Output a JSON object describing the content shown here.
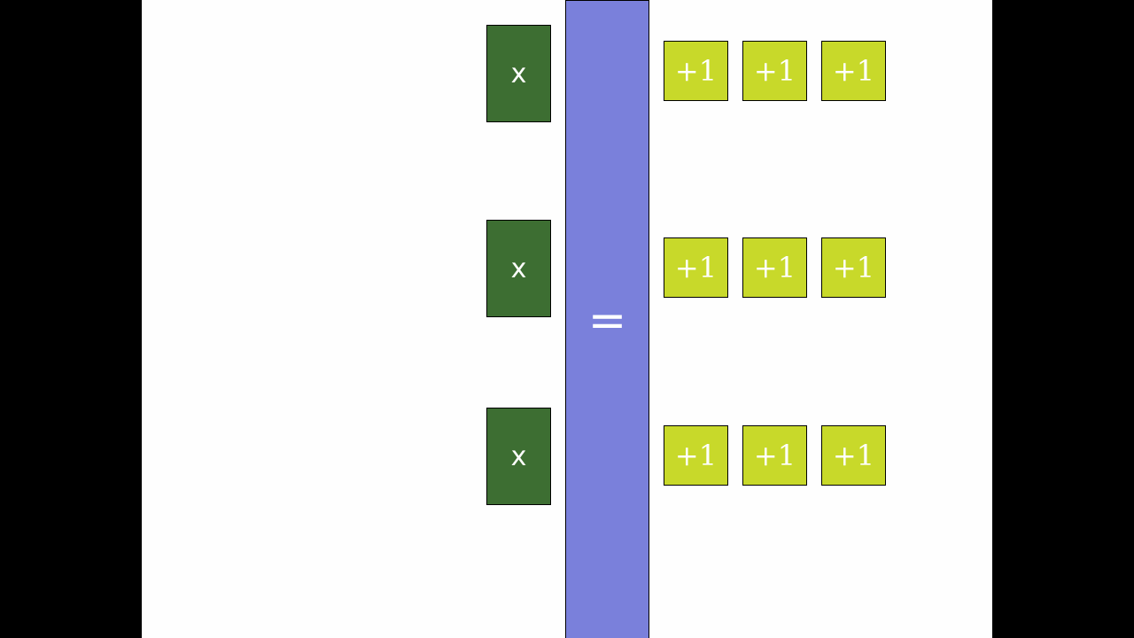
{
  "left_side": {
    "x_tiles": [
      {
        "label": "x"
      },
      {
        "label": "x"
      },
      {
        "label": "x"
      }
    ]
  },
  "equals_sign": "=",
  "right_side": {
    "rows": [
      [
        "+1",
        "+1",
        "+1"
      ],
      [
        "+1",
        "+1",
        "+1"
      ],
      [
        "+1",
        "+1",
        "+1"
      ]
    ]
  },
  "colors": {
    "x_tile": "#3d6e32",
    "unit_tile": "#c8d92a",
    "equals_bar": "#7a80db",
    "background": "#fefefe",
    "letterbox": "#000000"
  }
}
